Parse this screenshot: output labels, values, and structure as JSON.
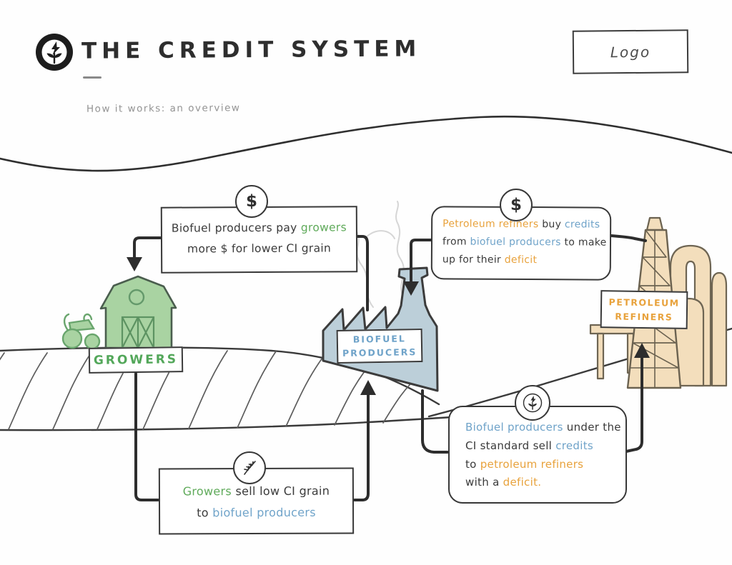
{
  "header": {
    "title": "THE CREDIT SYSTEM",
    "subtitle": "How it works: an overview",
    "logo_box_label": "Logo"
  },
  "entities": {
    "growers": {
      "label": "GROWERS"
    },
    "biofuel_producers": {
      "label_line1": "BIOFUEL",
      "label_line2": "PRODUCERS"
    },
    "petroleum_refiners": {
      "label_line1": "PETROLEUM",
      "label_line2": "REFINERS"
    }
  },
  "callouts": {
    "pay_growers": {
      "icon": "dollar-icon",
      "icon_glyph": "$",
      "l1a": "Biofuel producers pay ",
      "l1b": "growers",
      "l2": "more $ for lower CI grain"
    },
    "buy_credits": {
      "icon": "dollar-icon",
      "icon_glyph": "$",
      "l1a": "Petroleum refiners",
      "l1b": " buy ",
      "l1c": "credits",
      "l2a": "from ",
      "l2b": "biofuel producers",
      "l2c": " to make",
      "l3a": "up for their ",
      "l3b": "deficit"
    },
    "sell_grain": {
      "icon": "wheat-icon",
      "l1a": "Growers",
      "l1b": " sell low CI grain",
      "l2a": "to ",
      "l2b": "biofuel producers"
    },
    "sell_credits": {
      "icon": "sprout-lightning-icon",
      "l1a": "Biofuel producers",
      "l1b": " under the",
      "l2a": "CI standard sell ",
      "l2b": "credits",
      "l3a": "to ",
      "l3b": "petroleum refiners",
      "l4a": "with a ",
      "l4b": "deficit."
    }
  },
  "icons": {
    "logo_badge": "sprout-lightning-badge",
    "dollar": "$",
    "wheat": "wheat-sprig",
    "eco_energy": "sprout-lightning"
  },
  "colors": {
    "ink": "#3a3a3a",
    "green_text": "#5faa5a",
    "blue_text": "#6fa3c9",
    "orange_text": "#e8a23c",
    "barn_fill": "#a9d3a2",
    "factory_fill": "#bccfd9",
    "refinery_fill": "#f3debc"
  }
}
